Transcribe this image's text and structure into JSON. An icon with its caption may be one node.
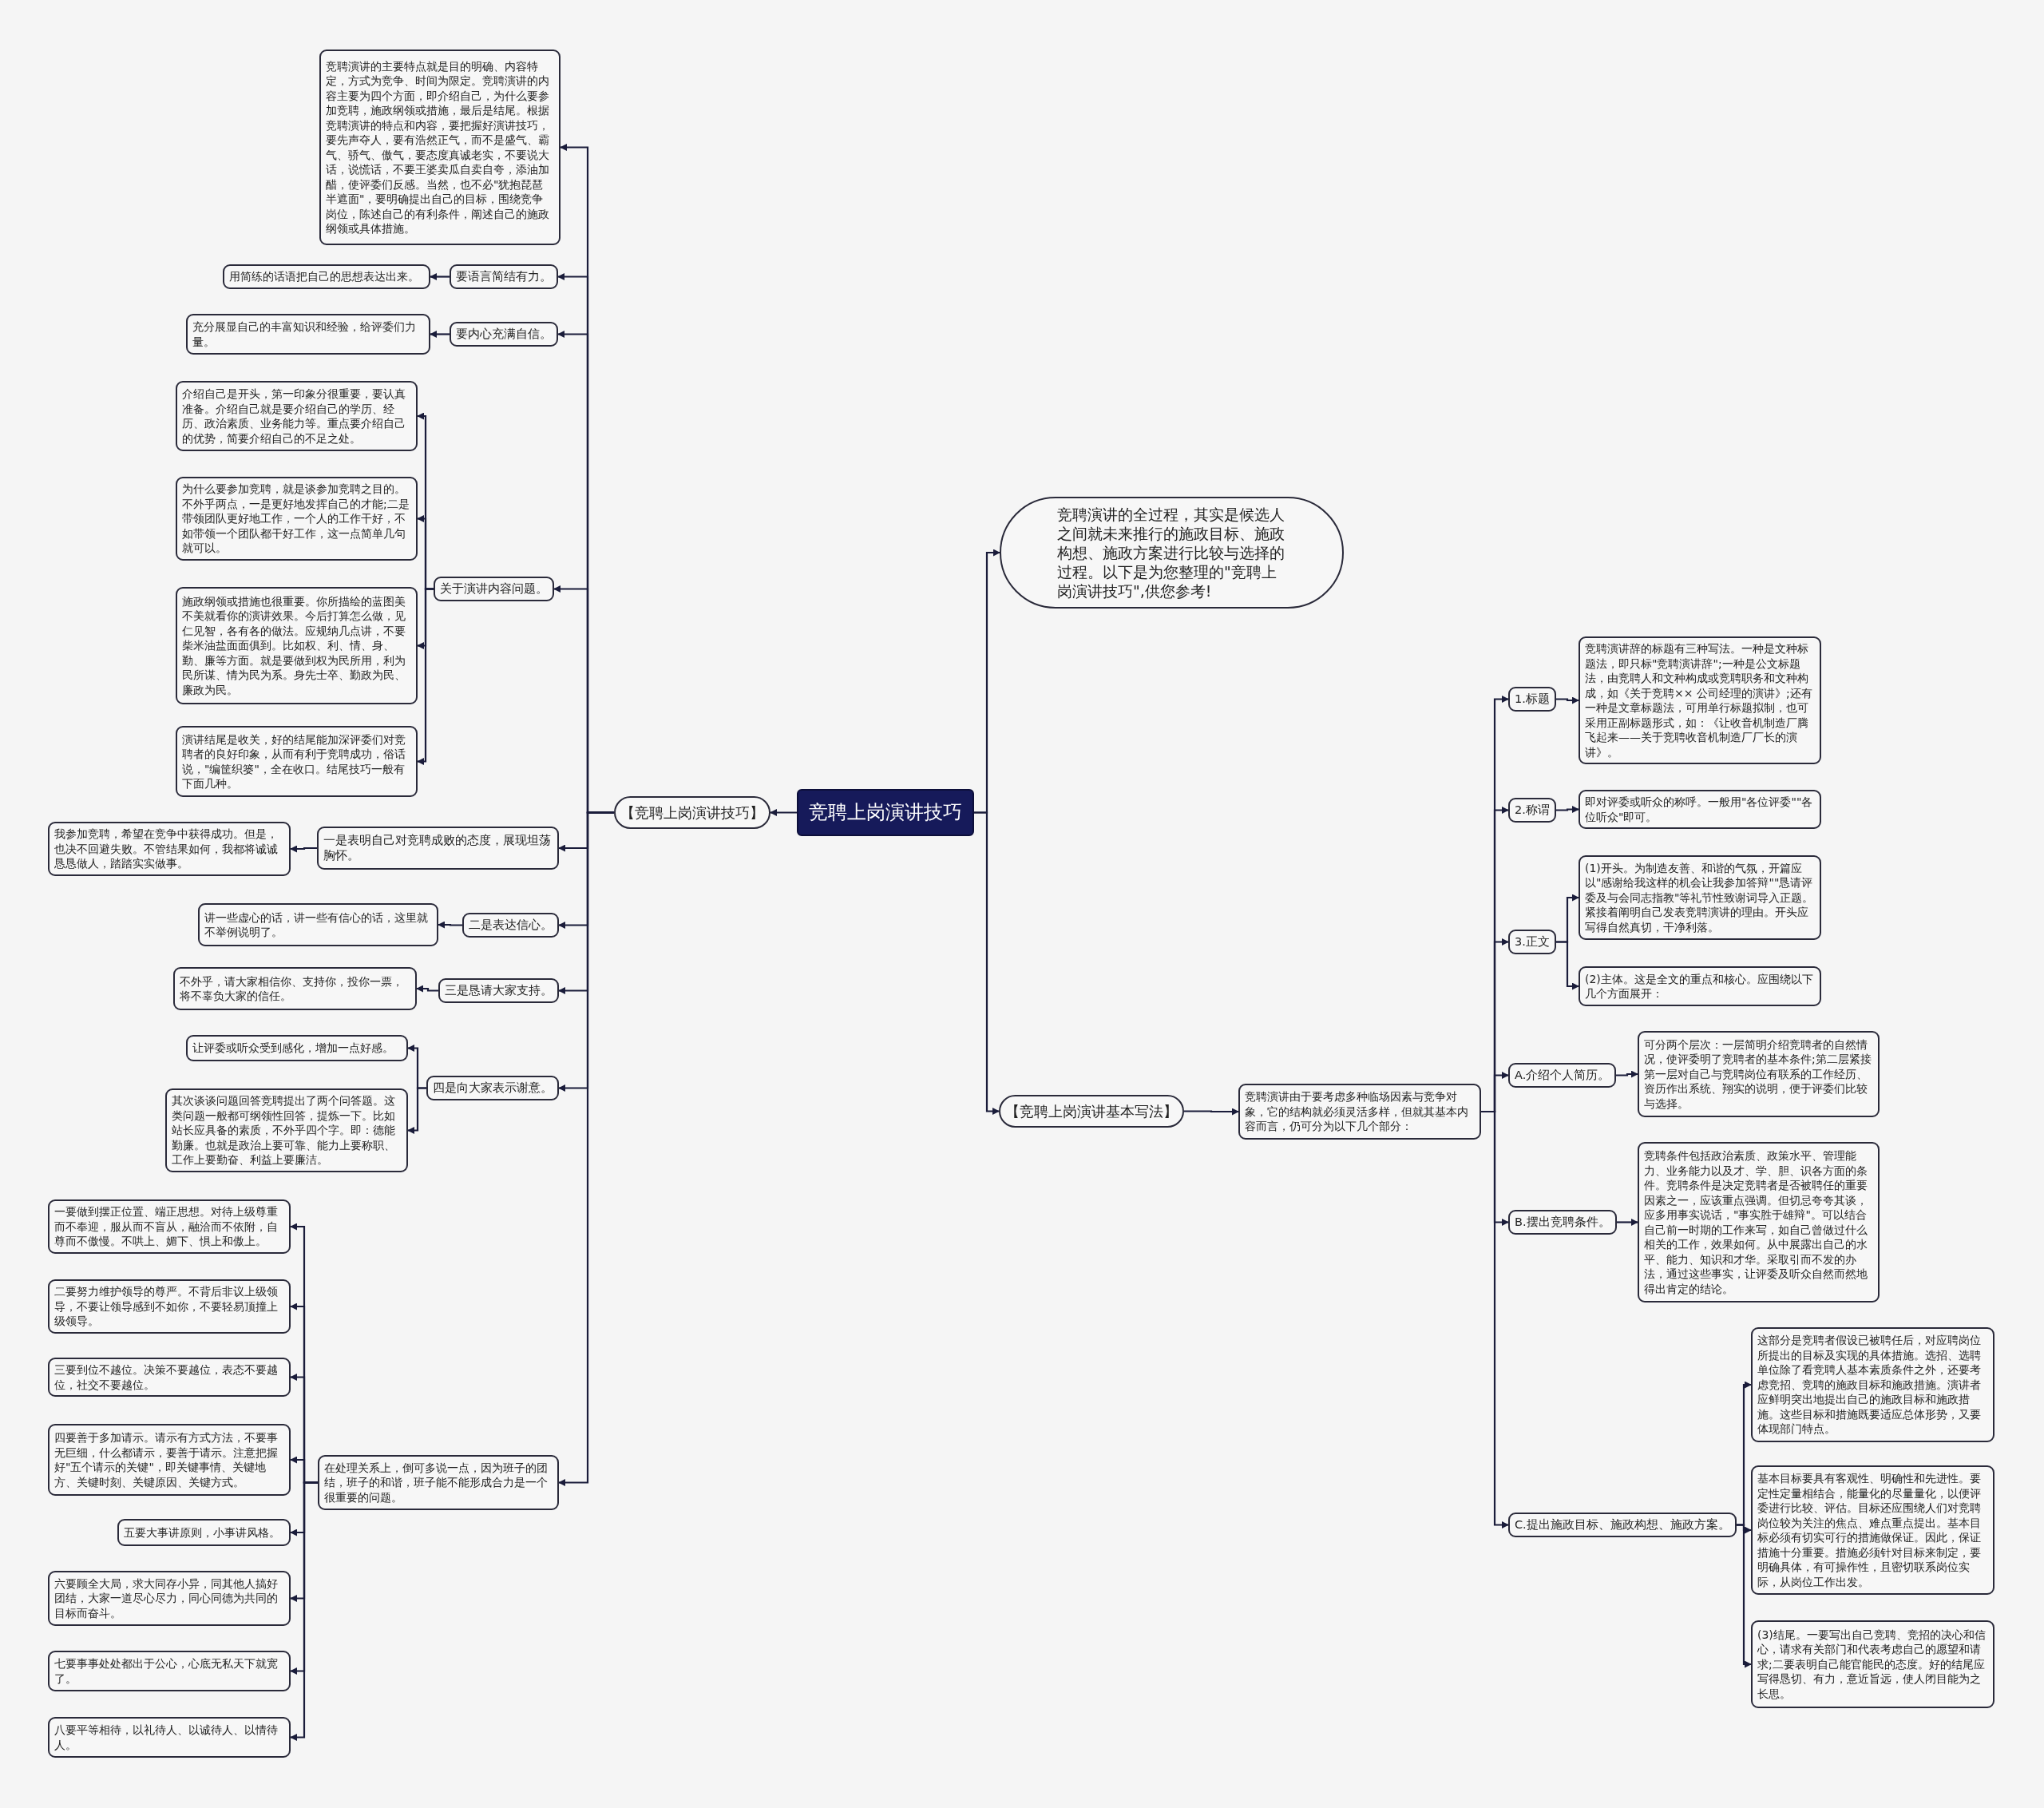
{
  "diagram": {
    "nodes": [
      {
        "text": [
          "竞聘上岗演讲技巧"
        ]
      },
      {
        "text": [
          "【竞聘上岗演讲技巧】"
        ]
      },
      {
        "text": [
          "竞聘演讲的主要特点就是目的明确、内容特定，方式为竞争、时间为限定。竞聘演讲的内容主要为四个方面，即介绍自己，为什么要参加竞聘，施政纲领或措施，最后是结尾。根据竞聘演讲的特点和内容，要把握好演讲技巧，要先声夺人，要有浩然正气，而不是盛气、霸气、骄气、傲气，要态度真诚老实，不要说大话，说慌话，不要王婆卖瓜自卖自夸，添油加醋，使评委们反感。当然，也不必\"犹抱琵琶半遮面\"，要明确提出自己的目标，围绕竞争岗位，陈述自己的有利条件，阐述自己的施政纲领或具体措施。"
        ]
      },
      {
        "text": [
          "要语言简结有力。"
        ]
      },
      {
        "text": [
          "用简练的话语把自己的思想表达出来。"
        ]
      },
      {
        "text": [
          "要内心充满自信。"
        ]
      },
      {
        "text": [
          "充分展显自己的丰富知识和经验，给评委们力量。"
        ]
      },
      {
        "text": [
          "关于演讲内容问题。"
        ]
      },
      {
        "text": [
          "介绍自己是开头，第一印象分很重要，要认真准备。介绍自己就是要介绍自己的学历、经历、政治素质、业务能力等。重点要介绍自己的优势，简要介绍自己的不足之处。"
        ]
      },
      {
        "text": [
          "为什么要参加竞聘，就是谈参加竞聘之目的。不外乎两点，一是更好地发挥自己的才能;二是带领团队更好地工作，一个人的工作干好，不如带领一个团队都干好工作，这一点简单几句就可以。"
        ]
      },
      {
        "text": [
          "施政纲领或措施也很重要。你所描绘的蓝图美不美就看你的演讲效果。今后打算怎么做，见仁见智，各有各的做法。应规纳几点讲，不要柴米油盐面面俱到。比如权、利、情、身、勤、廉等方面。就是要做到权为民所用，利为民所谋、情为民为系。身先士卒、勤政为民、廉政为民。"
        ]
      },
      {
        "text": [
          "演讲结尾是收关，好的结尾能加深评委们对竞聘者的良好印象，从而有利于竞聘成功，俗话说，\"编筐织篓\"，全在收口。结尾技巧一般有下面几种。"
        ]
      },
      {
        "text": [
          "一是表明自己对竞聘成败的态度，展现坦荡胸怀。"
        ]
      },
      {
        "text": [
          "我参加竞聘，希望在竞争中获得成功。但是，也决不回避失败。不管结果如何，我都将诚诚恳恳做人，踏踏实实做事。"
        ]
      },
      {
        "text": [
          "二是表达信心。"
        ]
      },
      {
        "text": [
          "讲一些虚心的话，讲一些有信心的话，这里就不举例说明了。"
        ]
      },
      {
        "text": [
          "三是恳请大家支持。"
        ]
      },
      {
        "text": [
          "不外乎，请大家相信你、支持你，投你一票，将不辜负大家的信任。"
        ]
      },
      {
        "text": [
          "四是向大家表示谢意。"
        ]
      },
      {
        "text": [
          "让评委或听众受到感化，增加一点好感。"
        ]
      },
      {
        "text": [
          "其次谈谈问题回答竞聘提出了两个问答题。这类问题一般都可纲领性回答，提炼一下。比如站长应具备的素质，不外乎四个字。即：德能勤廉。也就是政治上要可靠、能力上要称职、工作上要勤奋、利益上要廉洁。"
        ]
      },
      {
        "text": [
          "在处理关系上，倒可多说一点，因为班子的团结，班子的和谐，班子能不能形成合力是一个很重要的问题。"
        ]
      },
      {
        "text": [
          "一要做到摆正位置、端正思想。对待上级尊重而不奉迎，服从而不盲从，融洽而不依附，自尊而不傲慢。不哄上、媚下、惧上和傲上。"
        ]
      },
      {
        "text": [
          "二要努力维护领导的尊严。不背后非议上级领导，不要让领导感到不如你，不要轻易顶撞上级领导。"
        ]
      },
      {
        "text": [
          "三要到位不越位。决策不要越位，表态不要越位，社交不要越位。"
        ]
      },
      {
        "text": [
          "四要善于多加请示。请示有方式方法，不要事无巨细，什么都请示，要善于请示。注意把握好\"五个请示的关键\"，即关键事情、关键地方、关键时刻、关键原因、关键方式。"
        ]
      },
      {
        "text": [
          "五要大事讲原则，小事讲风格。"
        ]
      },
      {
        "text": [
          "六要顾全大局，求大同存小异，同其他人搞好团结，大家一道尽心尽力，同心同德为共同的目标而奋斗。"
        ]
      },
      {
        "text": [
          "七要事事处处都出于公心，心底无私天下就宽了。"
        ]
      },
      {
        "text": [
          "八要平等相待，以礼待人、以诚待人、以情待人。"
        ]
      },
      {
        "text": [
          "竞聘演讲的全过程，其实是候选人之间就未来推行的施政目标、施政构想、施政方案进行比较与选择的过程。以下是为您整理的\"竞聘上岗演讲技巧\",供您参考!"
        ]
      },
      {
        "text": [
          "【竞聘上岗演讲基本写法】"
        ]
      },
      {
        "text": [
          "竞聘演讲由于要考虑多种临场因素与竞争对象，它的结构就必须灵活多样，但就其基本内容而言，仍可分为以下几个部分："
        ]
      },
      {
        "text": [
          "1.标题"
        ]
      },
      {
        "text": [
          "竞聘演讲辞的标题有三种写法。一种是文种标题法，即只标\"竞聘演讲辞\";一种是公文标题法，由竞聘人和文种构成或竞聘职务和文种构成，如《关于竞聘×× 公司经理的演讲》;还有一种是文章标题法，可用单行标题拟制，也可采用正副标题形式，如：《让收音机制造厂腾飞起来——关于竞聘收音机制造厂厂长的演讲》。"
        ]
      },
      {
        "text": [
          "2.称谓"
        ]
      },
      {
        "text": [
          "即对评委或听众的称呼。一般用\"各位评委\"\"各位听众\"即可。"
        ]
      },
      {
        "text": [
          "3.正文"
        ]
      },
      {
        "text": [
          "(1)开头。为制造友善、和谐的气氛，开篇应以\"感谢给我这样的机会让我参加答辩\"\"恳请评委及与会同志指教\"等礼节性致谢词导入正题。紧接着阐明自己发表竞聘演讲的理由。开头应写得自然真切，干净利落。"
        ]
      },
      {
        "text": [
          "(2)主体。这是全文的重点和核心。应围绕以下几个方面展开："
        ]
      },
      {
        "text": [
          "A.介绍个人简历。"
        ]
      },
      {
        "text": [
          "可分两个层次：一层简明介绍竞聘者的自然情况，使评委明了竞聘者的基本条件;第二层紧接第一层对自己与竞聘岗位有联系的工作经历、资历作出系统、翔实的说明，便于评委们比较与选择。"
        ]
      },
      {
        "text": [
          "B.摆出竞聘条件。"
        ]
      },
      {
        "text": [
          "竞聘条件包括政治素质、政策水平、管理能力、业务能力以及才、学、胆、识各方面的条件。竞聘条件是决定竞聘者是否被聘任的重要因素之一，应该重点强调。但切忌夸夸其谈，应多用事实说话，\"事实胜于雄辩\"。可以结合自己前一时期的工作来写，如自己曾做过什么相关的工作，效果如何。从中展露出自己的水平、能力、知识和才华。采取引而不发的办法，通过这些事实，让评委及听众自然而然地得出肯定的结论。"
        ]
      },
      {
        "text": [
          "C.提出施政目标、施政构想、施政方案。"
        ]
      },
      {
        "text": [
          "这部分是竞聘者假设已被聘任后，对应聘岗位所提出的目标及实现的具体措施。选招、选聘单位除了看竞聘人基本素质条件之外，还要考虑竞招、竞聘的施政目标和施政措施。演讲者应鲜明突出地提出自己的施政目标和施政措施。这些目标和措施既要适应总体形势，又要体现部门特点。"
        ]
      },
      {
        "text": [
          "基本目标要具有客观性、明确性和先进性。要定性定量相结合，能量化的尽量量化，以便评委进行比较、评估。目标还应围绕人们对竞聘岗位较为关注的焦点、难点重点提出。基本目标必须有切实可行的措施做保证。因此，保证措施十分重要。措施必须针对目标来制定，要明确具体，有可操作性，且密切联系岗位实际，从岗位工作出发。"
        ]
      },
      {
        "text": [
          "(3)结尾。一要写出自己竞聘、竞招的决心和信心，请求有关部门和代表考虑自己的愿望和请求;二要表明自己能官能民的态度。好的结尾应写得恳切、有力，意近旨远，使人闭目能为之长思。"
        ]
      }
    ],
    "edges": [
      {
        "from": 0,
        "to": 1,
        "arrow": "to"
      },
      {
        "from": 1,
        "to": 2,
        "arrow": "to"
      },
      {
        "from": 1,
        "to": 3,
        "arrow": "to"
      },
      {
        "from": 3,
        "to": 4,
        "arrow": "to"
      },
      {
        "from": 1,
        "to": 5,
        "arrow": "to"
      },
      {
        "from": 5,
        "to": 6,
        "arrow": "to"
      },
      {
        "from": 1,
        "to": 7,
        "arrow": "to"
      },
      {
        "from": 7,
        "to": 8,
        "arrow": "to"
      },
      {
        "from": 7,
        "to": 9,
        "arrow": "to"
      },
      {
        "from": 7,
        "to": 10,
        "arrow": "to"
      },
      {
        "from": 7,
        "to": 11,
        "arrow": "to"
      },
      {
        "from": 1,
        "to": 12,
        "arrow": "to"
      },
      {
        "from": 12,
        "to": 13,
        "arrow": "to"
      },
      {
        "from": 1,
        "to": 14,
        "arrow": "to"
      },
      {
        "from": 14,
        "to": 15,
        "arrow": "to"
      },
      {
        "from": 1,
        "to": 16,
        "arrow": "to"
      },
      {
        "from": 16,
        "to": 17,
        "arrow": "to"
      },
      {
        "from": 1,
        "to": 18,
        "arrow": "to"
      },
      {
        "from": 18,
        "to": 19,
        "arrow": "to"
      },
      {
        "from": 18,
        "to": 20,
        "arrow": "to"
      },
      {
        "from": 1,
        "to": 21,
        "arrow": "to"
      },
      {
        "from": 21,
        "to": 22,
        "arrow": "to"
      },
      {
        "from": 21,
        "to": 23,
        "arrow": "to"
      },
      {
        "from": 21,
        "to": 24,
        "arrow": "to"
      },
      {
        "from": 21,
        "to": 25,
        "arrow": "to"
      },
      {
        "from": 21,
        "to": 26,
        "arrow": "to"
      },
      {
        "from": 21,
        "to": 27,
        "arrow": "to"
      },
      {
        "from": 21,
        "to": 28,
        "arrow": "to"
      },
      {
        "from": 21,
        "to": 29,
        "arrow": "to"
      },
      {
        "from": 0,
        "to": 30,
        "arrow": "to"
      },
      {
        "from": 0,
        "to": 31,
        "arrow": "to"
      },
      {
        "from": 31,
        "to": 32,
        "arrow": "to"
      },
      {
        "from": 32,
        "to": 33,
        "arrow": "to"
      },
      {
        "from": 33,
        "to": 34,
        "arrow": "to"
      },
      {
        "from": 32,
        "to": 35,
        "arrow": "to"
      },
      {
        "from": 35,
        "to": 36,
        "arrow": "to"
      },
      {
        "from": 32,
        "to": 37,
        "arrow": "to"
      },
      {
        "from": 37,
        "to": 38,
        "arrow": "to"
      },
      {
        "from": 37,
        "to": 39,
        "arrow": "to"
      },
      {
        "from": 32,
        "to": 40,
        "arrow": "to"
      },
      {
        "from": 40,
        "to": 41,
        "arrow": "to"
      },
      {
        "from": 32,
        "to": 42,
        "arrow": "to"
      },
      {
        "from": 42,
        "to": 43,
        "arrow": "to"
      },
      {
        "from": 32,
        "to": 44,
        "arrow": "to"
      },
      {
        "from": 44,
        "to": 45,
        "arrow": "to"
      },
      {
        "from": 44,
        "to": 46,
        "arrow": "to"
      },
      {
        "from": 44,
        "to": 47,
        "arrow": "to"
      }
    ]
  }
}
